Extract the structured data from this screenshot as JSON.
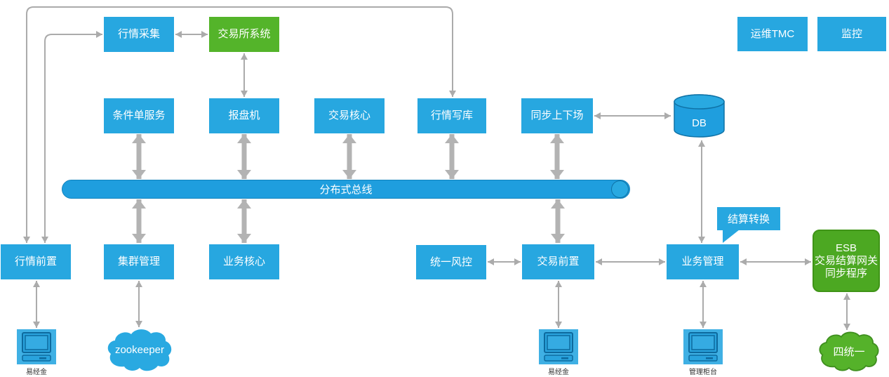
{
  "diagram_title": "",
  "nodes": {
    "hq_caiji": {
      "label": "行情采集"
    },
    "jiaoyisuo": {
      "label": "交易所系统"
    },
    "yunwei_tmc": {
      "label": "运维TMC"
    },
    "jiankong": {
      "label": "监控"
    },
    "tiaojiandan": {
      "label": "条件单服务"
    },
    "baopanji": {
      "label": "报盘机"
    },
    "jiaoyi_hexin": {
      "label": "交易核心"
    },
    "hq_xieku": {
      "label": "行情写库"
    },
    "tongbu": {
      "label": "同步上下场"
    },
    "db": {
      "label": "DB"
    },
    "bus": {
      "label": "分布式总线"
    },
    "hq_qianzhi": {
      "label": "行情前置"
    },
    "jiqun": {
      "label": "集群管理"
    },
    "yewu_hexin": {
      "label": "业务核心"
    },
    "tongyi_fengkong": {
      "label": "统一风控"
    },
    "jiaoyi_qianzhi": {
      "label": "交易前置"
    },
    "yewu_guanli": {
      "label": "业务管理"
    },
    "jiesuan_callout": {
      "label": "结算转换"
    },
    "esb": {
      "lines": [
        "ESB",
        "交易结算网关",
        "同步程序"
      ]
    },
    "zookeeper": {
      "label": "zookeeper"
    },
    "sitongyi": {
      "label": "四统一"
    },
    "terminal1": {
      "label": "易经金"
    },
    "terminal2": {
      "label": "易经金"
    },
    "terminal3": {
      "label": "管理柜台"
    }
  },
  "connections": [
    {
      "from": "行情采集",
      "to": "交易所系统",
      "style": "thin-double"
    },
    {
      "from": "交易所系统",
      "to": "报盘机",
      "style": "thin-double"
    },
    {
      "from": "行情前置",
      "to": "行情采集",
      "style": "thin-double-routed"
    },
    {
      "from": "行情前置",
      "to": "行情写库",
      "style": "thin-double-routed"
    },
    {
      "from": "条件单服务",
      "to": "分布式总线",
      "style": "thick-double"
    },
    {
      "from": "报盘机",
      "to": "分布式总线",
      "style": "thick-double"
    },
    {
      "from": "交易核心",
      "to": "分布式总线",
      "style": "thick-double"
    },
    {
      "from": "行情写库",
      "to": "分布式总线",
      "style": "thick-double"
    },
    {
      "from": "同步上下场",
      "to": "分布式总线",
      "style": "thick-double"
    },
    {
      "from": "分布式总线",
      "to": "集群管理",
      "style": "thick-double"
    },
    {
      "from": "分布式总线",
      "to": "业务核心",
      "style": "thick-double"
    },
    {
      "from": "分布式总线",
      "to": "交易前置",
      "style": "thick-double"
    },
    {
      "from": "同步上下场",
      "to": "DB",
      "style": "thin-double"
    },
    {
      "from": "DB",
      "to": "业务管理",
      "style": "thin-double"
    },
    {
      "from": "统一风控",
      "to": "交易前置",
      "style": "thin-double"
    },
    {
      "from": "交易前置",
      "to": "业务管理",
      "style": "thin-double"
    },
    {
      "from": "业务管理",
      "to": "ESB交易结算网关同步程序",
      "style": "thin-double"
    },
    {
      "from": "行情前置",
      "to": "易经金",
      "style": "thin-double"
    },
    {
      "from": "集群管理",
      "to": "zookeeper",
      "style": "thin-double"
    },
    {
      "from": "交易前置",
      "to": "易经金",
      "style": "thin-double"
    },
    {
      "from": "业务管理",
      "to": "管理柜台",
      "style": "thin-double"
    },
    {
      "from": "ESB交易结算网关同步程序",
      "to": "四统一",
      "style": "thin-double"
    }
  ],
  "colors": {
    "node_blue": "#27a7e0",
    "node_green": "#54b42a",
    "esb_green": "#4ca822",
    "bus_blue": "#1f9ede",
    "arrow_gray": "#b3b3b3",
    "cloud_green_stroke": "#3f8f1f",
    "node_text": "#ffffff",
    "caption_text": "#333333"
  }
}
